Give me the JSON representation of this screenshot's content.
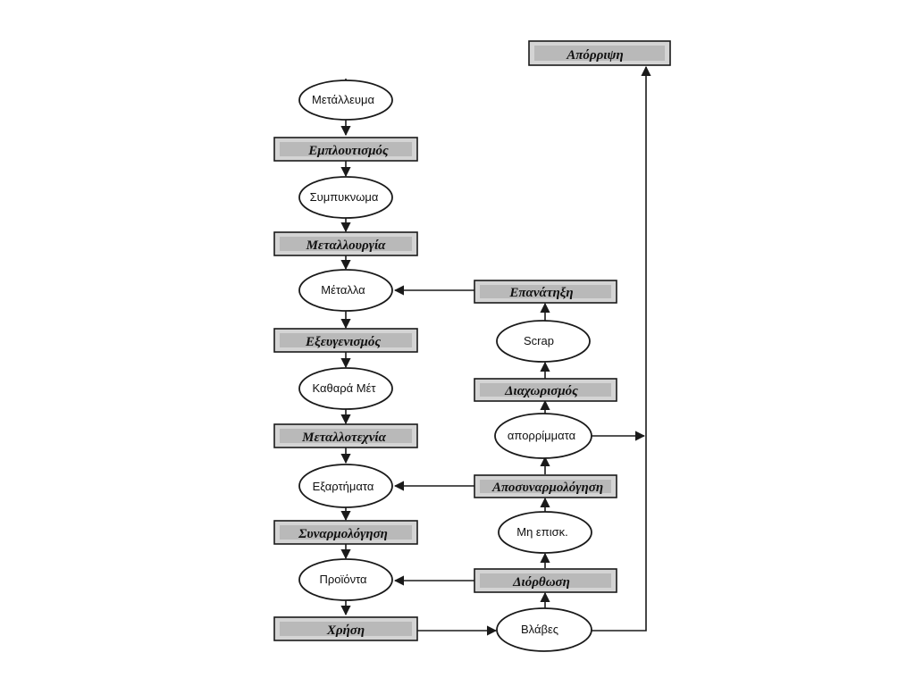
{
  "processes": {
    "emploutismos": "Εμπλουτισμός",
    "metallourgia": "Μεταλλουργία",
    "exeugenismos": "Εξευγενισμός",
    "metallotexnia": "Μεταλλοτεχνία",
    "synarmologisi": "Συναρμολόγηση",
    "xrisi": "Χρήση",
    "diorthosi": "Διόρθωση",
    "aposynarmologisi": "Αποσυναρμολόγηση",
    "diaxorismos": "Διαχωρισμός",
    "epanatixi": "Επανάτηξη",
    "aporripsi": "Απόρριψη"
  },
  "materials": {
    "metalleuma": "Μετάλλευμα",
    "sympyknoma": "Συμπυκνωμα",
    "metalla": "Μέταλλα",
    "kathara": "Καθαρά Μέτ",
    "eksartimata": "Εξαρτήματα",
    "proionta": "Προϊόντα",
    "vlaves": "Βλάβες",
    "mi_episk": "Μη επισκ.",
    "aporrimmata": "απορρίμματα",
    "scrap": "Scrap"
  }
}
